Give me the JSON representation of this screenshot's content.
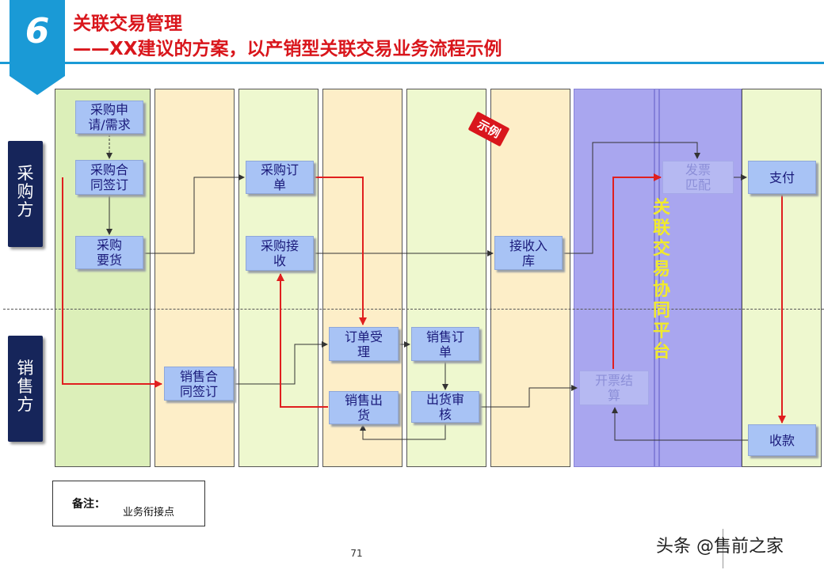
{
  "header": {
    "section_number": "6",
    "title_line1": "关联交易管理",
    "title_line2": "——XX建议的方案，以产销型关联交易业务流程示例"
  },
  "lanes": {
    "buyer": "采购方",
    "seller": "销售方"
  },
  "stamp": "示例",
  "platform_label": "关联交易协同平台",
  "steps": {
    "purchase_request": "采购申\n请/需求",
    "purchase_contract": "采购合\n同签订",
    "purchase_demand": "采购\n要货",
    "purchase_order": "采购订\n单",
    "purchase_receipt": "采购接\n收",
    "warehousing": "接收入\n库",
    "invoice_matching": "发票\n匹配",
    "payment": "支付",
    "sales_contract": "销售合\n同签订",
    "order_acceptance": "订单受\n理",
    "sales_order": "销售订\n单",
    "sales_delivery": "销售出\n货",
    "shipment_review": "出货审\n核",
    "invoicing_settlement": "开票结\n算",
    "collection": "收款"
  },
  "legend": {
    "label": "备注：",
    "red_arrow": "业务衔接点"
  },
  "colors": {
    "red_link": "#e01f1f",
    "black_link": "#333333",
    "box_fill": "#a8c3f5",
    "accent_blue": "#1a9ad6",
    "platform_violet": "#a9a6ef",
    "platform_text": "#f1ea2c"
  },
  "page_number": "71",
  "watermark": "头条 @售前之家"
}
